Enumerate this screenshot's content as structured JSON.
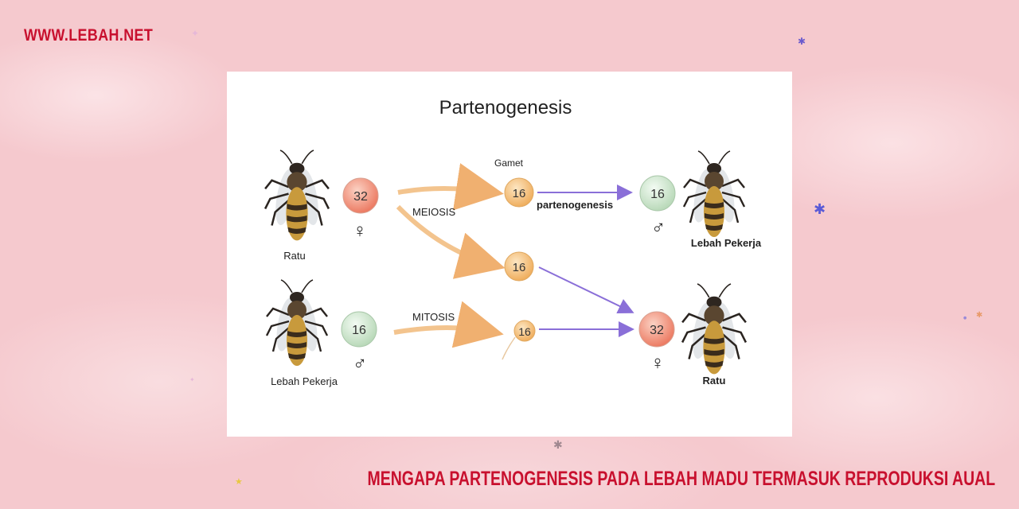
{
  "site": {
    "logo_text": "WWW.LEBAH.NET"
  },
  "headline": "MENGAPA PARTENOGENESIS PADA LEBAH MADU TERMASUK REPRODUKSI AUAL",
  "diagram": {
    "title": "Partenogenesis",
    "gamet_label": "Gamet",
    "process_meiosis": "MEIOSIS",
    "process_mitosis": "MITOSIS",
    "process_partenogenesis": "partenogenesis",
    "queen_left": {
      "label": "Ratu",
      "chromosomes": "32",
      "sex_symbol": "♀"
    },
    "worker_left": {
      "label": "Lebah Pekerja",
      "chromosomes": "16",
      "sex_symbol": "♂"
    },
    "gamete_meiosis_top": {
      "chromosomes": "16"
    },
    "gamete_meiosis_bottom": {
      "chromosomes": "16"
    },
    "gamete_mitosis": {
      "chromosomes": "16"
    },
    "offspring_worker": {
      "label": "Lebah Pekerja",
      "chromosomes": "16",
      "sex_symbol": "♂"
    },
    "offspring_queen": {
      "label": "Ratu",
      "chromosomes": "32",
      "sex_symbol": "♀"
    }
  },
  "colors": {
    "brand_red": "#c8102e",
    "orange_arrow": "#f0b070",
    "purple_arrow": "#8a6fd8",
    "diploid_cell": "#f08a72",
    "haploid_cell_green": "#cfe6cf",
    "gamete_cell": "#f5c27a"
  }
}
